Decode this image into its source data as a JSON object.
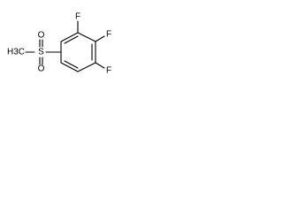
{
  "molecule": {
    "labels": {
      "methyl": "H3C",
      "sulfur": "S",
      "oxygen_top": "O",
      "oxygen_bottom": "O",
      "fluorine_top": "F",
      "fluorine_right": "F",
      "fluorine_bottom": "F"
    }
  }
}
